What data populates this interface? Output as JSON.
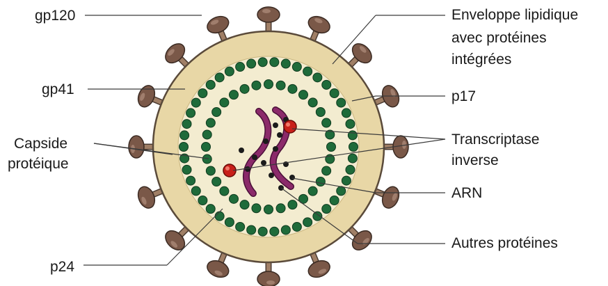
{
  "labels": {
    "gp120": "gp120",
    "gp41": "gp41",
    "capside": [
      "Capside",
      "protéique"
    ],
    "p24": "p24",
    "enveloppe": [
      "Enveloppe lipidique",
      "avec protéines",
      "intégrées"
    ],
    "p17": "p17",
    "transcriptase": [
      "Transcriptase",
      "inverse"
    ],
    "arn": "ARN",
    "autres": "Autres protéines"
  },
  "colors": {
    "envelope": "#e8d7a6",
    "envelope_edge": "#5a4a3a",
    "matrix_dot": "#1f6b3a",
    "inner": "#f3ecd0",
    "spike_stem": "#a07f66",
    "spike_head": "#7a5848",
    "rna": "#8b2a6a",
    "rt": "#c8201a",
    "protein": "#1b1b1b",
    "line": "#3a3a3a"
  }
}
